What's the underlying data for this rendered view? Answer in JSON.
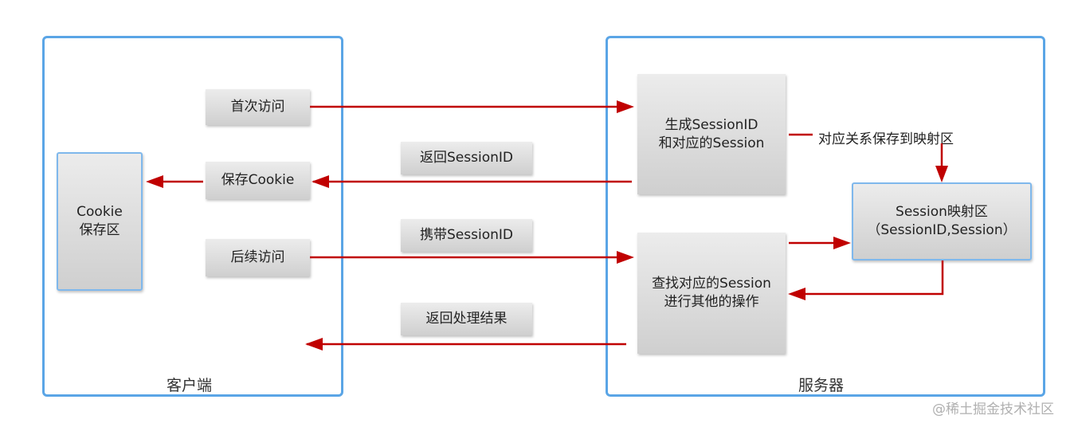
{
  "client": {
    "label": "客户端",
    "cookie_store": [
      "Cookie",
      "保存区"
    ],
    "steps": {
      "first_visit": "首次访问",
      "save_cookie": "保存Cookie",
      "later_visit": "后续访问"
    }
  },
  "server": {
    "label": "服务器",
    "generate": [
      "生成SessionID",
      "和对应的Session"
    ],
    "lookup": [
      "查找对应的Session",
      "进行其他的操作"
    ],
    "map_area": [
      "Session映射区",
      "（SessionID,Session）"
    ],
    "map_edge_label": "对应关系保存到映射区"
  },
  "messages": {
    "return_session_id": "返回SessionID",
    "carry_session_id": "携带SessionID",
    "return_result": "返回处理结果"
  },
  "watermark": "@稀土掘金技术社区",
  "colors": {
    "arrow": "#c00000",
    "panel_border": "#5aa5e6"
  }
}
